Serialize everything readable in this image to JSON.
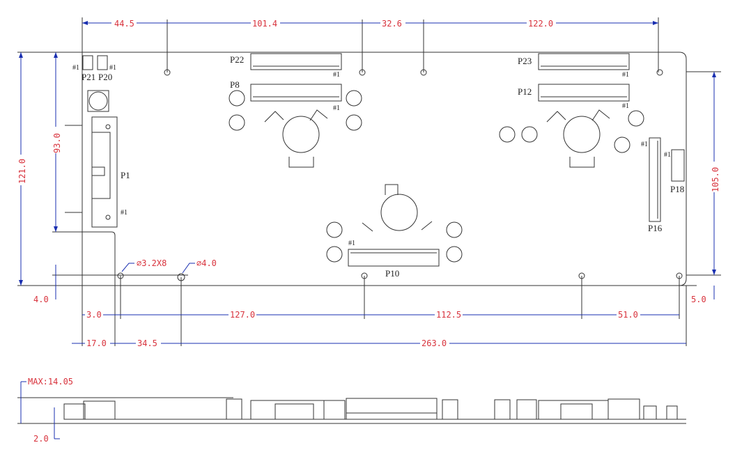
{
  "top_dimensions": [
    "44.5",
    "101.4",
    "32.6",
    "122.0"
  ],
  "left_dimensions": {
    "overall_height": "121.0",
    "p1_height": "93.0",
    "bottom_offset": "4.0"
  },
  "right_dimensions": {
    "hole_span": "105.0",
    "bottom_offset": "5.0"
  },
  "bottom_dimensions_row1": [
    "3.0",
    "127.0",
    "112.5",
    "51.0"
  ],
  "bottom_dimensions_row2": [
    "17.0",
    "34.5",
    "263.0"
  ],
  "hole_callouts": {
    "small": "⌀3.2X8",
    "large": "⌀4.0"
  },
  "connectors": {
    "p21": "P21",
    "p20": "P20",
    "p22": "P22",
    "p8": "P8",
    "p23": "P23",
    "p12": "P12",
    "p1": "P1",
    "p10": "P10",
    "p16": "P16",
    "p18": "P18"
  },
  "pin1_marker": "#1",
  "side_view": {
    "max_height": "MAX:14.05",
    "board_thickness": "2.0"
  },
  "colors": {
    "dimension_text": "#d8323c",
    "dimension_line": "#1a2fb0",
    "outline": "#333333"
  }
}
